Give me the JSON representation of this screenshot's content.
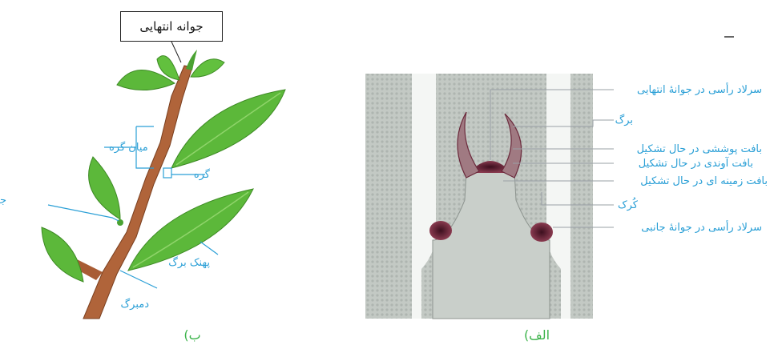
{
  "panel_b": {
    "boxed_label": "جوانه انتهایی",
    "labels": {
      "internode": "میان گره",
      "node": "گره",
      "lateral_bud": "جوانۀ جانبی",
      "blade": "پهنک برگ",
      "petiole": "دمبرگ"
    },
    "caption": "ب)"
  },
  "panel_a": {
    "labels": {
      "apical_meristem_terminal": "سرلاد رأسی در جوانۀ انتهایی",
      "leaf": "برگ",
      "protoderm": "بافت پوششی در حال تشکیل",
      "procambium": "بافت آوندی در حال تشکیل",
      "ground_meristem": "بافت زمینه ای در حال تشکیل",
      "bract": "کُرک",
      "apical_meristem_lateral": "سرلاد رأسی در جوانۀ جانبی"
    },
    "caption": "الف)"
  },
  "colors": {
    "label_blue": "#2a9fd6",
    "caption_green": "#3bb34a",
    "leaf_green": "#5cb83a",
    "stem_brown": "#b0643a",
    "tissue_gray": "#b7beb9",
    "meristem_purple": "#6b2a3c"
  }
}
